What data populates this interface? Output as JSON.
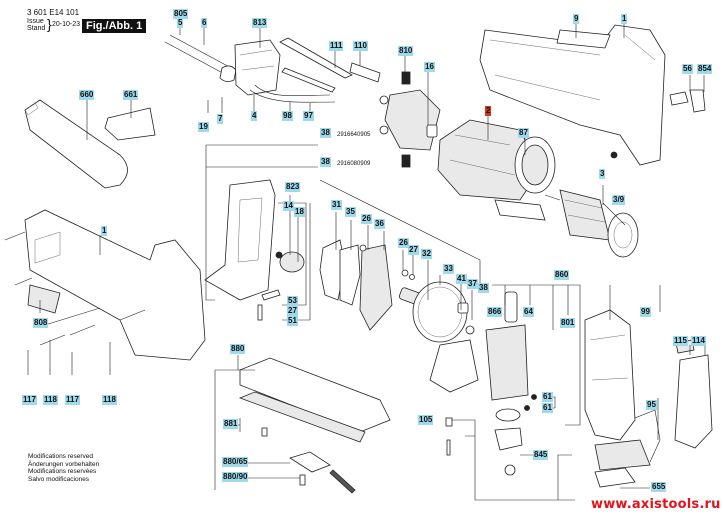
{
  "header": {
    "doc_number": "3 601 E14 101",
    "issue_label": "Issue",
    "stand_label": "Stand",
    "issue_date": "20-10-23",
    "figure_label": "Fig./Abb. 1"
  },
  "modifications_notice": [
    "Modifications reserved",
    "Änderungen vorbehalten",
    "Modifications reservées",
    "Salvo modificaciones"
  ],
  "watermark": "www.axistools.ru",
  "colors": {
    "label_bg": "#9fd9ec",
    "highlight_label_bg": "#d9361b",
    "watermark": "#e3141b"
  },
  "part_numbers": {
    "p2916640905": "2916640905",
    "p2916080909": "2916080909"
  },
  "parts": [
    {
      "id": "805",
      "label": "805"
    },
    {
      "id": "5",
      "label": "5"
    },
    {
      "id": "6",
      "label": "6"
    },
    {
      "id": "813",
      "label": "813"
    },
    {
      "id": "111",
      "label": "111"
    },
    {
      "id": "110",
      "label": "110"
    },
    {
      "id": "810",
      "label": "810"
    },
    {
      "id": "16",
      "label": "16"
    },
    {
      "id": "9",
      "label": "9"
    },
    {
      "id": "1a",
      "label": "1"
    },
    {
      "id": "56",
      "label": "56"
    },
    {
      "id": "854",
      "label": "854"
    },
    {
      "id": "660",
      "label": "660"
    },
    {
      "id": "661",
      "label": "661"
    },
    {
      "id": "19",
      "label": "19"
    },
    {
      "id": "7",
      "label": "7"
    },
    {
      "id": "4",
      "label": "4"
    },
    {
      "id": "98",
      "label": "98"
    },
    {
      "id": "97",
      "label": "97"
    },
    {
      "id": "38a",
      "label": "38"
    },
    {
      "id": "38b",
      "label": "38"
    },
    {
      "id": "2",
      "label": "2",
      "highlight": true
    },
    {
      "id": "87",
      "label": "87"
    },
    {
      "id": "3",
      "label": "3"
    },
    {
      "id": "3_9",
      "label": "3/9"
    },
    {
      "id": "823",
      "label": "823"
    },
    {
      "id": "14",
      "label": "14"
    },
    {
      "id": "18",
      "label": "18"
    },
    {
      "id": "31",
      "label": "31"
    },
    {
      "id": "35",
      "label": "35"
    },
    {
      "id": "26a",
      "label": "26"
    },
    {
      "id": "36",
      "label": "36"
    },
    {
      "id": "26b",
      "label": "26"
    },
    {
      "id": "27a",
      "label": "27"
    },
    {
      "id": "32",
      "label": "32"
    },
    {
      "id": "33",
      "label": "33"
    },
    {
      "id": "41",
      "label": "41"
    },
    {
      "id": "37",
      "label": "37"
    },
    {
      "id": "38c",
      "label": "38"
    },
    {
      "id": "1b",
      "label": "1"
    },
    {
      "id": "808",
      "label": "808"
    },
    {
      "id": "53",
      "label": "53"
    },
    {
      "id": "27b",
      "label": "27"
    },
    {
      "id": "51",
      "label": "51"
    },
    {
      "id": "860",
      "label": "860"
    },
    {
      "id": "866",
      "label": "866"
    },
    {
      "id": "64",
      "label": "64"
    },
    {
      "id": "801",
      "label": "801"
    },
    {
      "id": "99",
      "label": "99"
    },
    {
      "id": "115",
      "label": "115"
    },
    {
      "id": "114",
      "label": "114"
    },
    {
      "id": "61a",
      "label": "61"
    },
    {
      "id": "61b",
      "label": "61"
    },
    {
      "id": "95",
      "label": "95"
    },
    {
      "id": "105",
      "label": "105"
    },
    {
      "id": "845",
      "label": "845"
    },
    {
      "id": "655",
      "label": "655"
    },
    {
      "id": "880",
      "label": "880"
    },
    {
      "id": "881",
      "label": "881"
    },
    {
      "id": "880_65",
      "label": "880/65"
    },
    {
      "id": "880_90",
      "label": "880/90"
    },
    {
      "id": "117a",
      "label": "117"
    },
    {
      "id": "118a",
      "label": "118"
    },
    {
      "id": "117b",
      "label": "117"
    },
    {
      "id": "118b",
      "label": "118"
    }
  ]
}
